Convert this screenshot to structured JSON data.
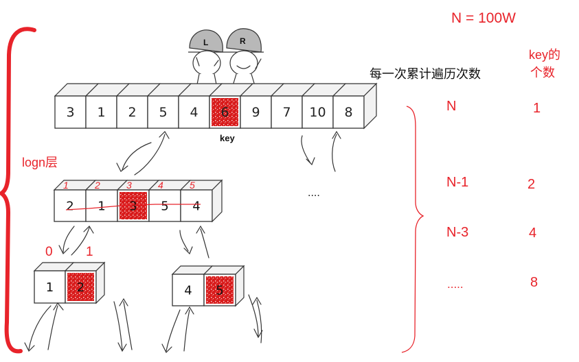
{
  "top_right": {
    "n_label": "N = 100W"
  },
  "header": {
    "per_pass_label": "每一次累计遍历次数",
    "key_count_label_line1": "key的",
    "key_count_label_line2": "个数"
  },
  "levels": [
    {
      "passes": "N",
      "keys": "1"
    },
    {
      "passes": "N-1",
      "keys": "2"
    },
    {
      "passes": "N-3",
      "keys": "4"
    },
    {
      "passes": ".....",
      "keys": "8"
    }
  ],
  "left_label": "logn层",
  "top_array": {
    "values": [
      "3",
      "1",
      "2",
      "5",
      "4",
      "6",
      "9",
      "7",
      "10",
      "8"
    ],
    "key_index": 5,
    "key_label": "key"
  },
  "pointers": {
    "left": "L",
    "right": "R"
  },
  "level2": {
    "values": [
      "2",
      "1",
      "3",
      "5",
      "4"
    ],
    "above": [
      "1",
      "2",
      "3",
      "4",
      "5"
    ],
    "highlight_index": 2
  },
  "ellipsis": "....",
  "level3_left": {
    "values": [
      "1",
      "2"
    ],
    "indices": [
      "0",
      "1"
    ],
    "highlight_index": 1
  },
  "level3_right": {
    "values": [
      "4",
      "5"
    ],
    "highlight_index": 1
  },
  "colors": {
    "accent_red": "#e8232a",
    "line": "#333333",
    "highlight": "#d81b1b"
  }
}
